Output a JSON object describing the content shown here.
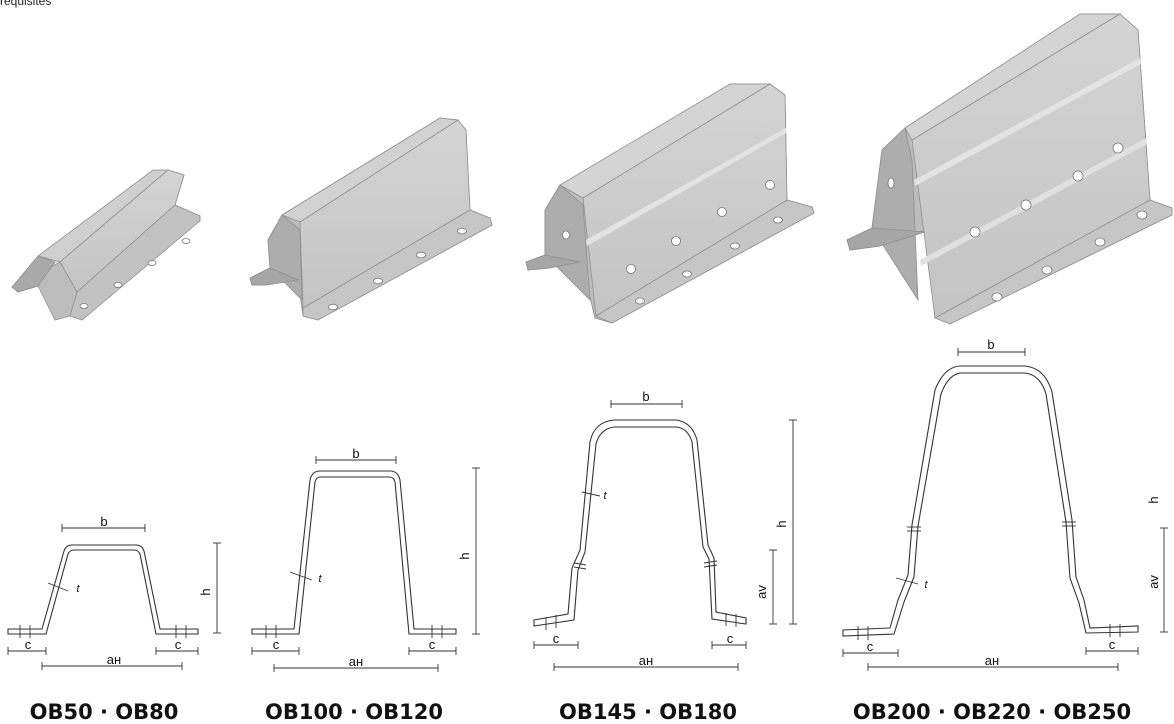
{
  "header_note": "requisites",
  "profiles": [
    {
      "caption": "OB50 · OB80",
      "labels": {
        "b": "b",
        "t": "t",
        "h": "h",
        "c_left": "c",
        "c_right": "c",
        "ah": "aн"
      }
    },
    {
      "caption": "OB100 · OB120",
      "labels": {
        "b": "b",
        "t": "t",
        "h": "h",
        "c_left": "c",
        "c_right": "c",
        "ah": "aн"
      }
    },
    {
      "caption": "OB145 · OB180",
      "labels": {
        "b": "b",
        "t": "t",
        "h": "h",
        "av": "av",
        "c_left": "c",
        "c_right": "c",
        "ah": "aн"
      }
    },
    {
      "caption": "OB200 · OB220 · OB250",
      "labels": {
        "b": "b",
        "t": "t",
        "h": "h",
        "av": "av",
        "c_left": "c",
        "c_right": "c",
        "ah": "aн"
      }
    }
  ],
  "colors": {
    "metal_light": "#d9d9d9",
    "metal_mid": "#bdbdbd",
    "metal_dark": "#8e8e8e",
    "line": "#333333"
  }
}
